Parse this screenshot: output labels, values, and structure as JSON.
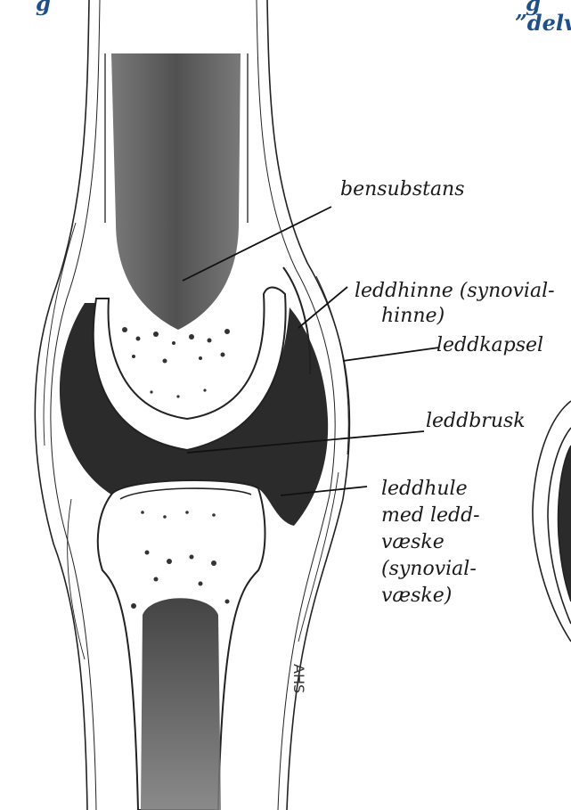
{
  "headers": {
    "left_fragment": "g",
    "right_fragment_1": "g",
    "right_fragment_2": "”delv"
  },
  "labels": {
    "bensubstans": "bensubstans",
    "leddhinne_1": "leddhinne (synovial-",
    "leddhinne_2": "hinne)",
    "leddkapsel": "leddkapsel",
    "leddbrusk": "leddbrusk",
    "leddhule_1": "leddhule",
    "leddhule_2": "med ledd-",
    "leddhule_3": "væske",
    "leddhule_4": "(synovial-",
    "leddhule_5": "væske)"
  },
  "signature": "AHS",
  "colors": {
    "header_blue": "#1d4f8c",
    "ink": "#1a1a1a",
    "bone_dark": "#3a3a3a",
    "cavity": "#2b2b2b"
  }
}
